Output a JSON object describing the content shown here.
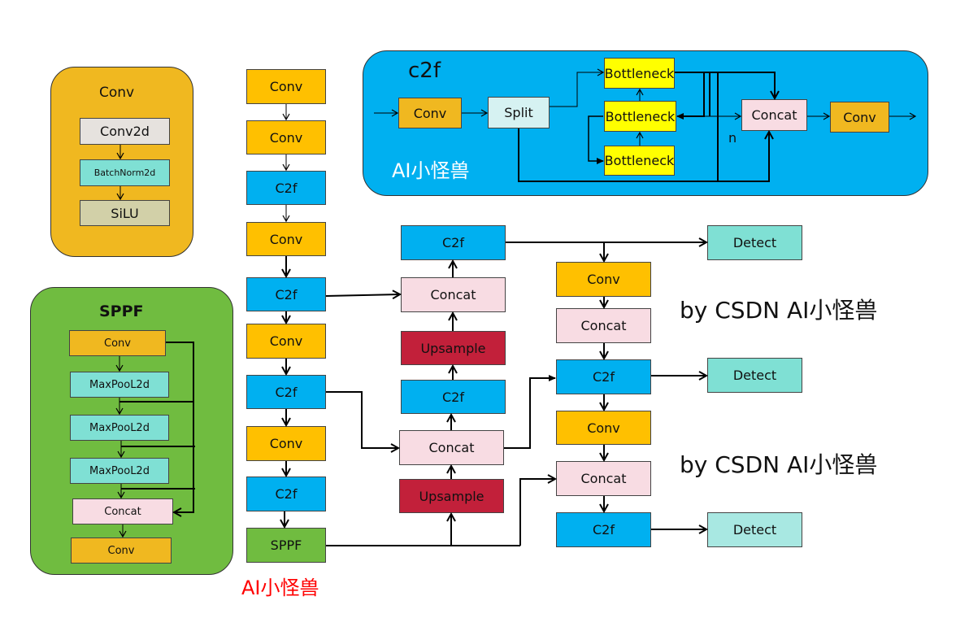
{
  "colors": {
    "conv": "#FFC000",
    "conv_alt": "#F0B820",
    "c2f": "#00B0F0",
    "concat": "#F8DCE3",
    "upsample": "#C2203A",
    "detect": "#7FE0D4",
    "detect_alt": "#A8E8E2",
    "sppf": "#70BC40",
    "split": "#D6F2F2",
    "bottleneck": "#FFFF00",
    "conv2d": "#E6E2DE",
    "batchnorm": "#7FE0D4",
    "silu": "#D2D0A8",
    "maxpool": "#7FE0D4",
    "red_text": "#FF0000"
  },
  "conv_panel": {
    "title": "Conv",
    "blocks": [
      "Conv2d",
      "BatchNorm2d",
      "SiLU"
    ]
  },
  "sppf_panel": {
    "title": "SPPF",
    "blocks": [
      "Conv",
      "MaxPooL2d",
      "MaxPooL2d",
      "MaxPooL2d",
      "Concat",
      "Conv"
    ]
  },
  "c2f_panel": {
    "title": "c2f",
    "watermark": "AI小怪兽",
    "conv_in": "Conv",
    "split": "Split",
    "bottlenecks": [
      "Bottleneck",
      "Bottleneck",
      "Bottleneck"
    ],
    "repeat_label": "n",
    "concat": "Concat",
    "conv_out": "Conv"
  },
  "backbone": {
    "blocks": [
      "Conv",
      "Conv",
      "C2f",
      "Conv",
      "C2f",
      "Conv",
      "C2f",
      "Conv",
      "C2f",
      "SPPF"
    ],
    "caption": "AI小怪兽"
  },
  "neck_up": {
    "blocks": [
      "C2f",
      "Concat",
      "Upsample",
      "C2f",
      "Concat",
      "Upsample"
    ]
  },
  "neck_down": {
    "blocks": [
      "Conv",
      "Concat",
      "C2f",
      "Conv",
      "Concat",
      "C2f"
    ]
  },
  "heads": [
    "Detect",
    "Detect",
    "Detect"
  ],
  "watermarks": [
    "by CSDN AI小怪兽",
    "by CSDN AI小怪兽"
  ]
}
